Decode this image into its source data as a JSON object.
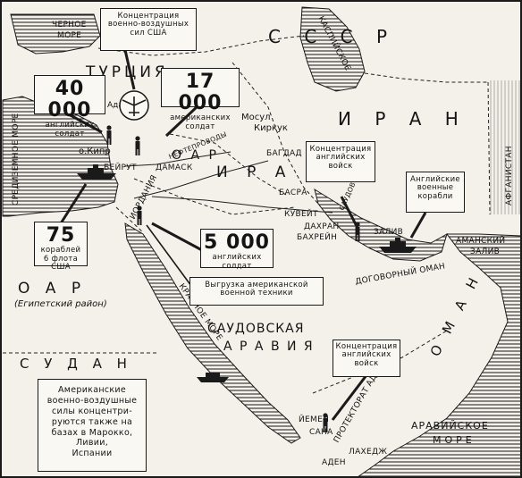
{
  "regions": {
    "ussr": "С С С Р",
    "turkey": "ТУРЦИЯ",
    "iran": "И Р А Н",
    "iraq": "И Р А К",
    "uar_north": "О А Р",
    "uar_south": "О А Р",
    "uar_south_note": "(Египетский район)",
    "sudan": "С У Д А Н",
    "saudi_1": "САУДОВСКАЯ",
    "saudi_2": "А Р А В И Я",
    "oman": "О М А Н",
    "afghanistan": "АФГАНИСТАН"
  },
  "seas": {
    "black_sea_1": "ЧЕРНОЕ",
    "black_sea_2": "МОРЕ",
    "caspian": "КАСПИЙСКОЕ",
    "med_sea": "СРЕДИЗЕМНОЕ МОРЕ",
    "red_sea": "КРАСНОЕ МОРЕ",
    "arabian_sea_1": "АРАВИЙСКОЕ",
    "arabian_sea_2": "МОРЕ",
    "persian_gulf": "ЗАЛИВ",
    "oman_gulf_1": "АМАНСКИЙ",
    "oman_gulf_2": "ЗАЛИВ"
  },
  "places": {
    "adana": "Адана",
    "cyprus": "о.Кипр",
    "beirut": "БЕЙРУТ",
    "damascus": "ДАМАСК",
    "mosul": "Мосул",
    "kirkuk": "Киркук",
    "baghdad": "БАГДАД",
    "basra": "БАСРА",
    "kuwait": "КУВЕЙТ",
    "dhahran": "ДАХРАН",
    "bahrain": "БАХРЕЙН",
    "trucial_oman": "ДОГОВОРНЫЙ ОМАН",
    "yemen": "ЙЕМЕН",
    "sana": "САНА",
    "aden": "АДЕН",
    "lahej": "ЛАХЕДЖ",
    "protectorate": "ПРОТЕКТОРАТ АДЕН",
    "jordan": "ИОРДАНИЯ",
    "oil_pipelines": "НЕФТЕПРОВОДЫ",
    "saudi_coast": "САУДОВСКАЯ"
  },
  "callouts": {
    "us_air": {
      "l1": "Концентрация",
      "l2": "военно-воздушных",
      "l3": "сил США"
    },
    "uk_40000": {
      "number": "40 000",
      "l1": "английских",
      "l2": "солдат"
    },
    "us_17000": {
      "number": "17 000",
      "l1": "американских",
      "l2": "солдат"
    },
    "uk_troops_gulf": {
      "l1": "Концентрация",
      "l2": "английских",
      "l3": "войск"
    },
    "uk_ships": {
      "l1": "Английские",
      "l2": "военные",
      "l3": "корабли"
    },
    "us_75": {
      "number": "75",
      "l1": "кораблей",
      "l2": "6 флота США"
    },
    "uk_5000": {
      "number": "5 000",
      "l1": "английских",
      "l2": "солдат"
    },
    "us_unloading": {
      "l1": "Выгрузка американской",
      "l2": "военной техники"
    },
    "uk_troops_aden": {
      "l1": "Концентрация",
      "l2": "английских",
      "l3": "войск"
    },
    "note": {
      "l1": "Американские",
      "l2": "военно-воздушные",
      "l3": "силы концентри-",
      "l4": "руются также на",
      "l5": "базах в Марокко,",
      "l6": "Ливии,",
      "l7": "Испании"
    }
  }
}
